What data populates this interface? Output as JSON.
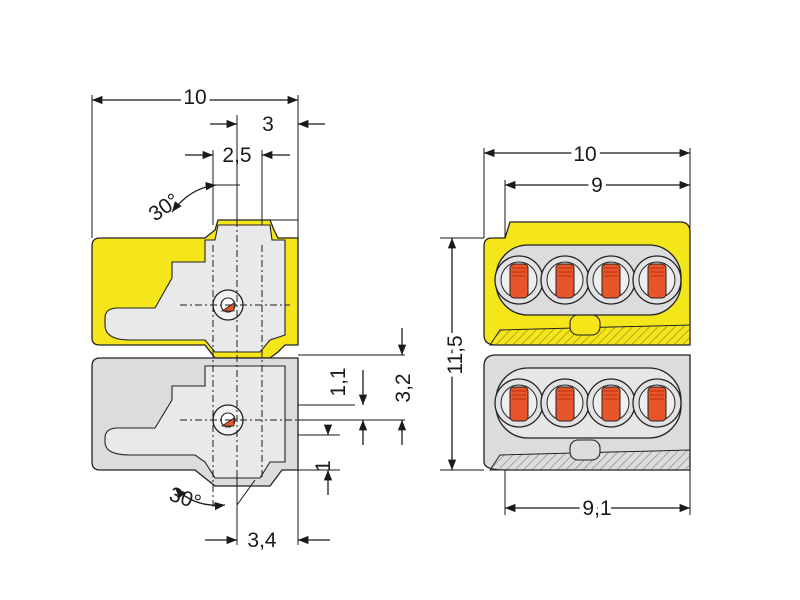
{
  "dimensions": {
    "left_width": "10",
    "left_offset": "3",
    "left_pitch": "2,5",
    "angle_top": "30°",
    "angle_bottom": "30°",
    "step_small": "1,1",
    "step_mid": "3,2",
    "step_one": "1",
    "bottom_width": "3,4",
    "right_width": "10",
    "right_inner": "9",
    "right_height": "11,5",
    "right_bottom": "9,1"
  },
  "colors": {
    "yellow": "#f5e61c",
    "yellow_dark": "#d8c80c",
    "gray": "#d9d9dc",
    "gray_light": "#e8e8ea",
    "inner": "#dcdcde",
    "orange": "#e8552a",
    "orange_dark": "#c23a12",
    "outline": "#222222"
  }
}
